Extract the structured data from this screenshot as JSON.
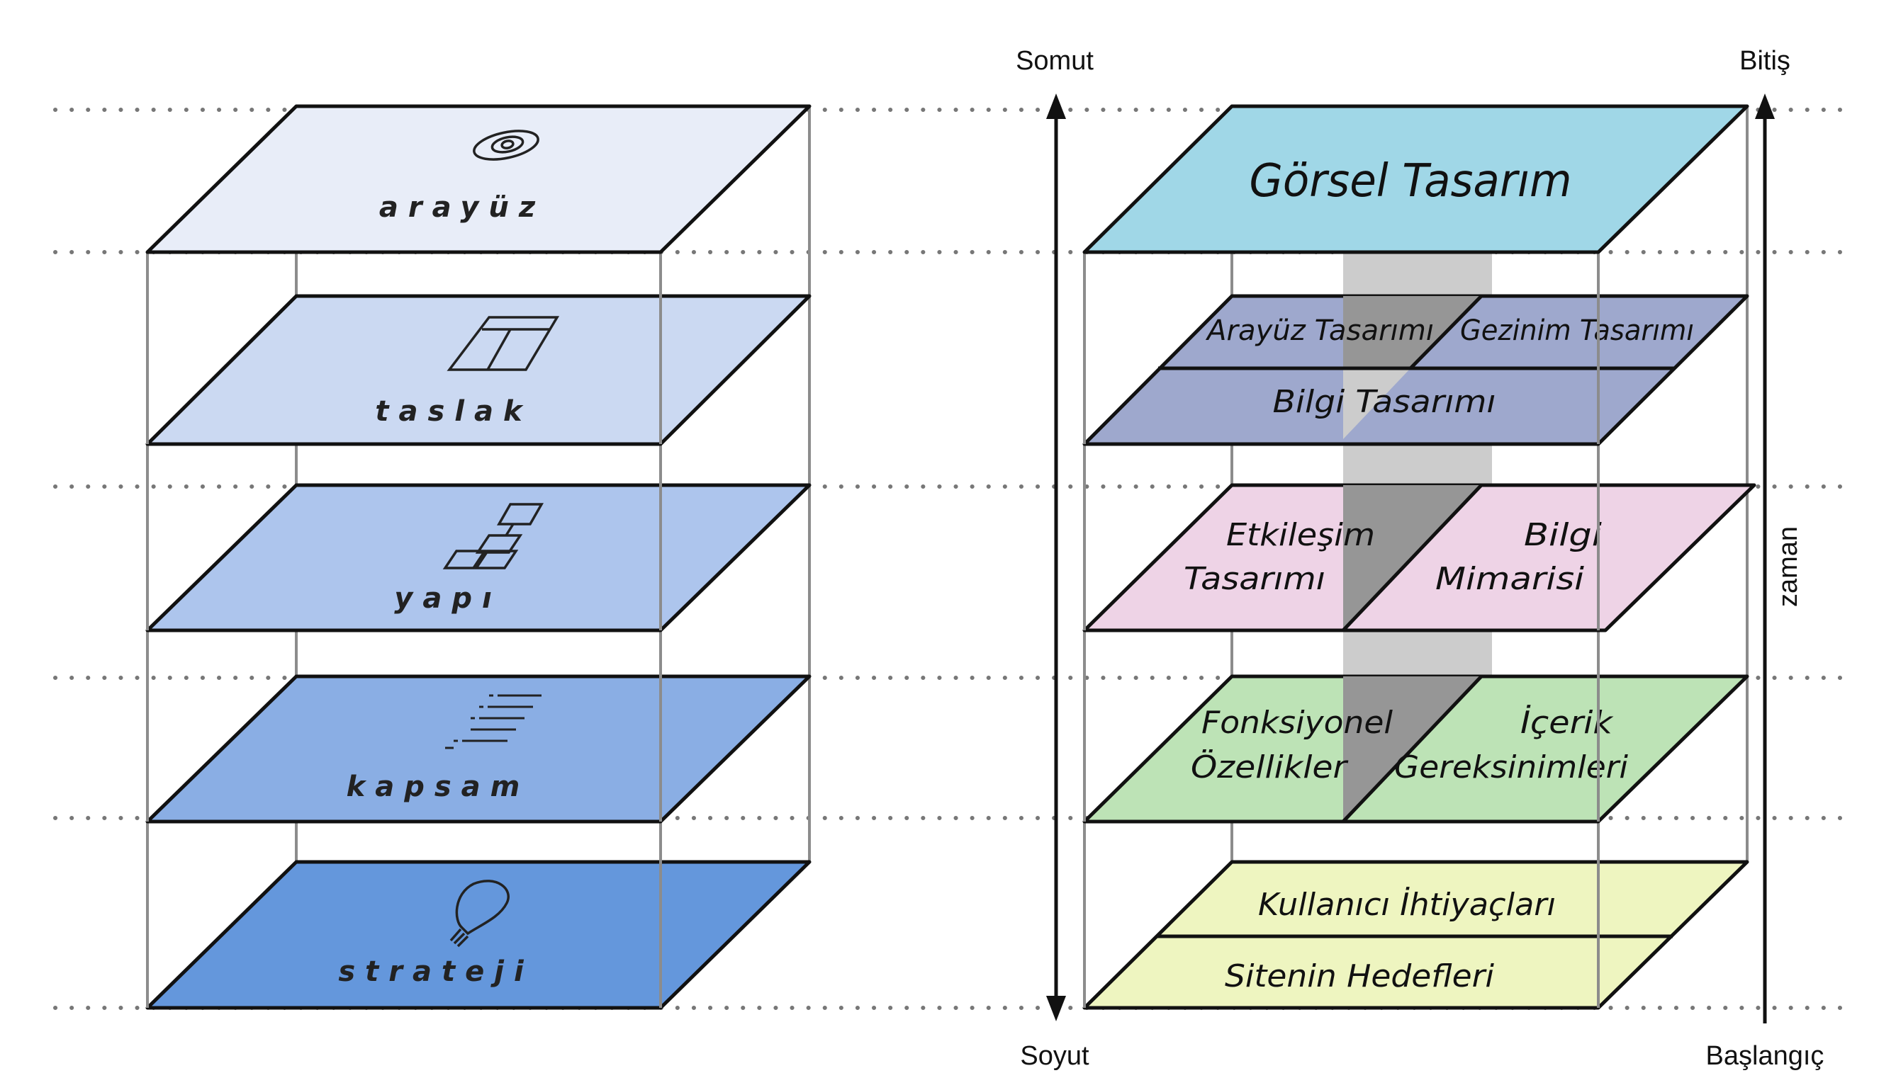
{
  "left_stack": {
    "layers": [
      {
        "label": "arayüz",
        "color": "#e8edf8"
      },
      {
        "label": "taslak",
        "color": "#cbd9f2"
      },
      {
        "label": "yapı",
        "color": "#adc5ed"
      },
      {
        "label": "kapsam",
        "color": "#8aaee4"
      },
      {
        "label": "strateji",
        "color": "#6497dc"
      }
    ],
    "icons": [
      "eye-icon",
      "wireframe-icon",
      "hierarchy-icon",
      "list-icon",
      "lightbulb-icon"
    ]
  },
  "right_stack": {
    "visual": {
      "label": "Görsel Tasarım",
      "color": "#a0d7e7"
    },
    "skeleton": {
      "interface": "Arayüz Tasarımı",
      "navigation": "Gezinim Tasarımı",
      "information_design": "Bilgi Tasarımı",
      "color": "#9ea8cd"
    },
    "structure": {
      "left_line1": "Etkileşim",
      "left_line2": "Tasarımı",
      "right_line1": "Bilgi",
      "right_line2": "Mimarisi",
      "color": "#eed3e6"
    },
    "scope": {
      "left_line1": "Fonksiyonel",
      "left_line2": "Özellikler",
      "right_line1": "İçerik",
      "right_line2": "Gereksinimleri",
      "color": "#bde3b6"
    },
    "strategy": {
      "user_needs": "Kullanıcı İhtiyaçları",
      "site_goals": "Sitenin Hedefleri",
      "color": "#eef5c0"
    },
    "band_colors": {
      "light": "#cccccc",
      "dark": "#969696"
    }
  },
  "axes": {
    "concrete": "Somut",
    "abstract": "Soyut",
    "end": "Bitiş",
    "start": "Başlangıç",
    "time": "zaman"
  }
}
